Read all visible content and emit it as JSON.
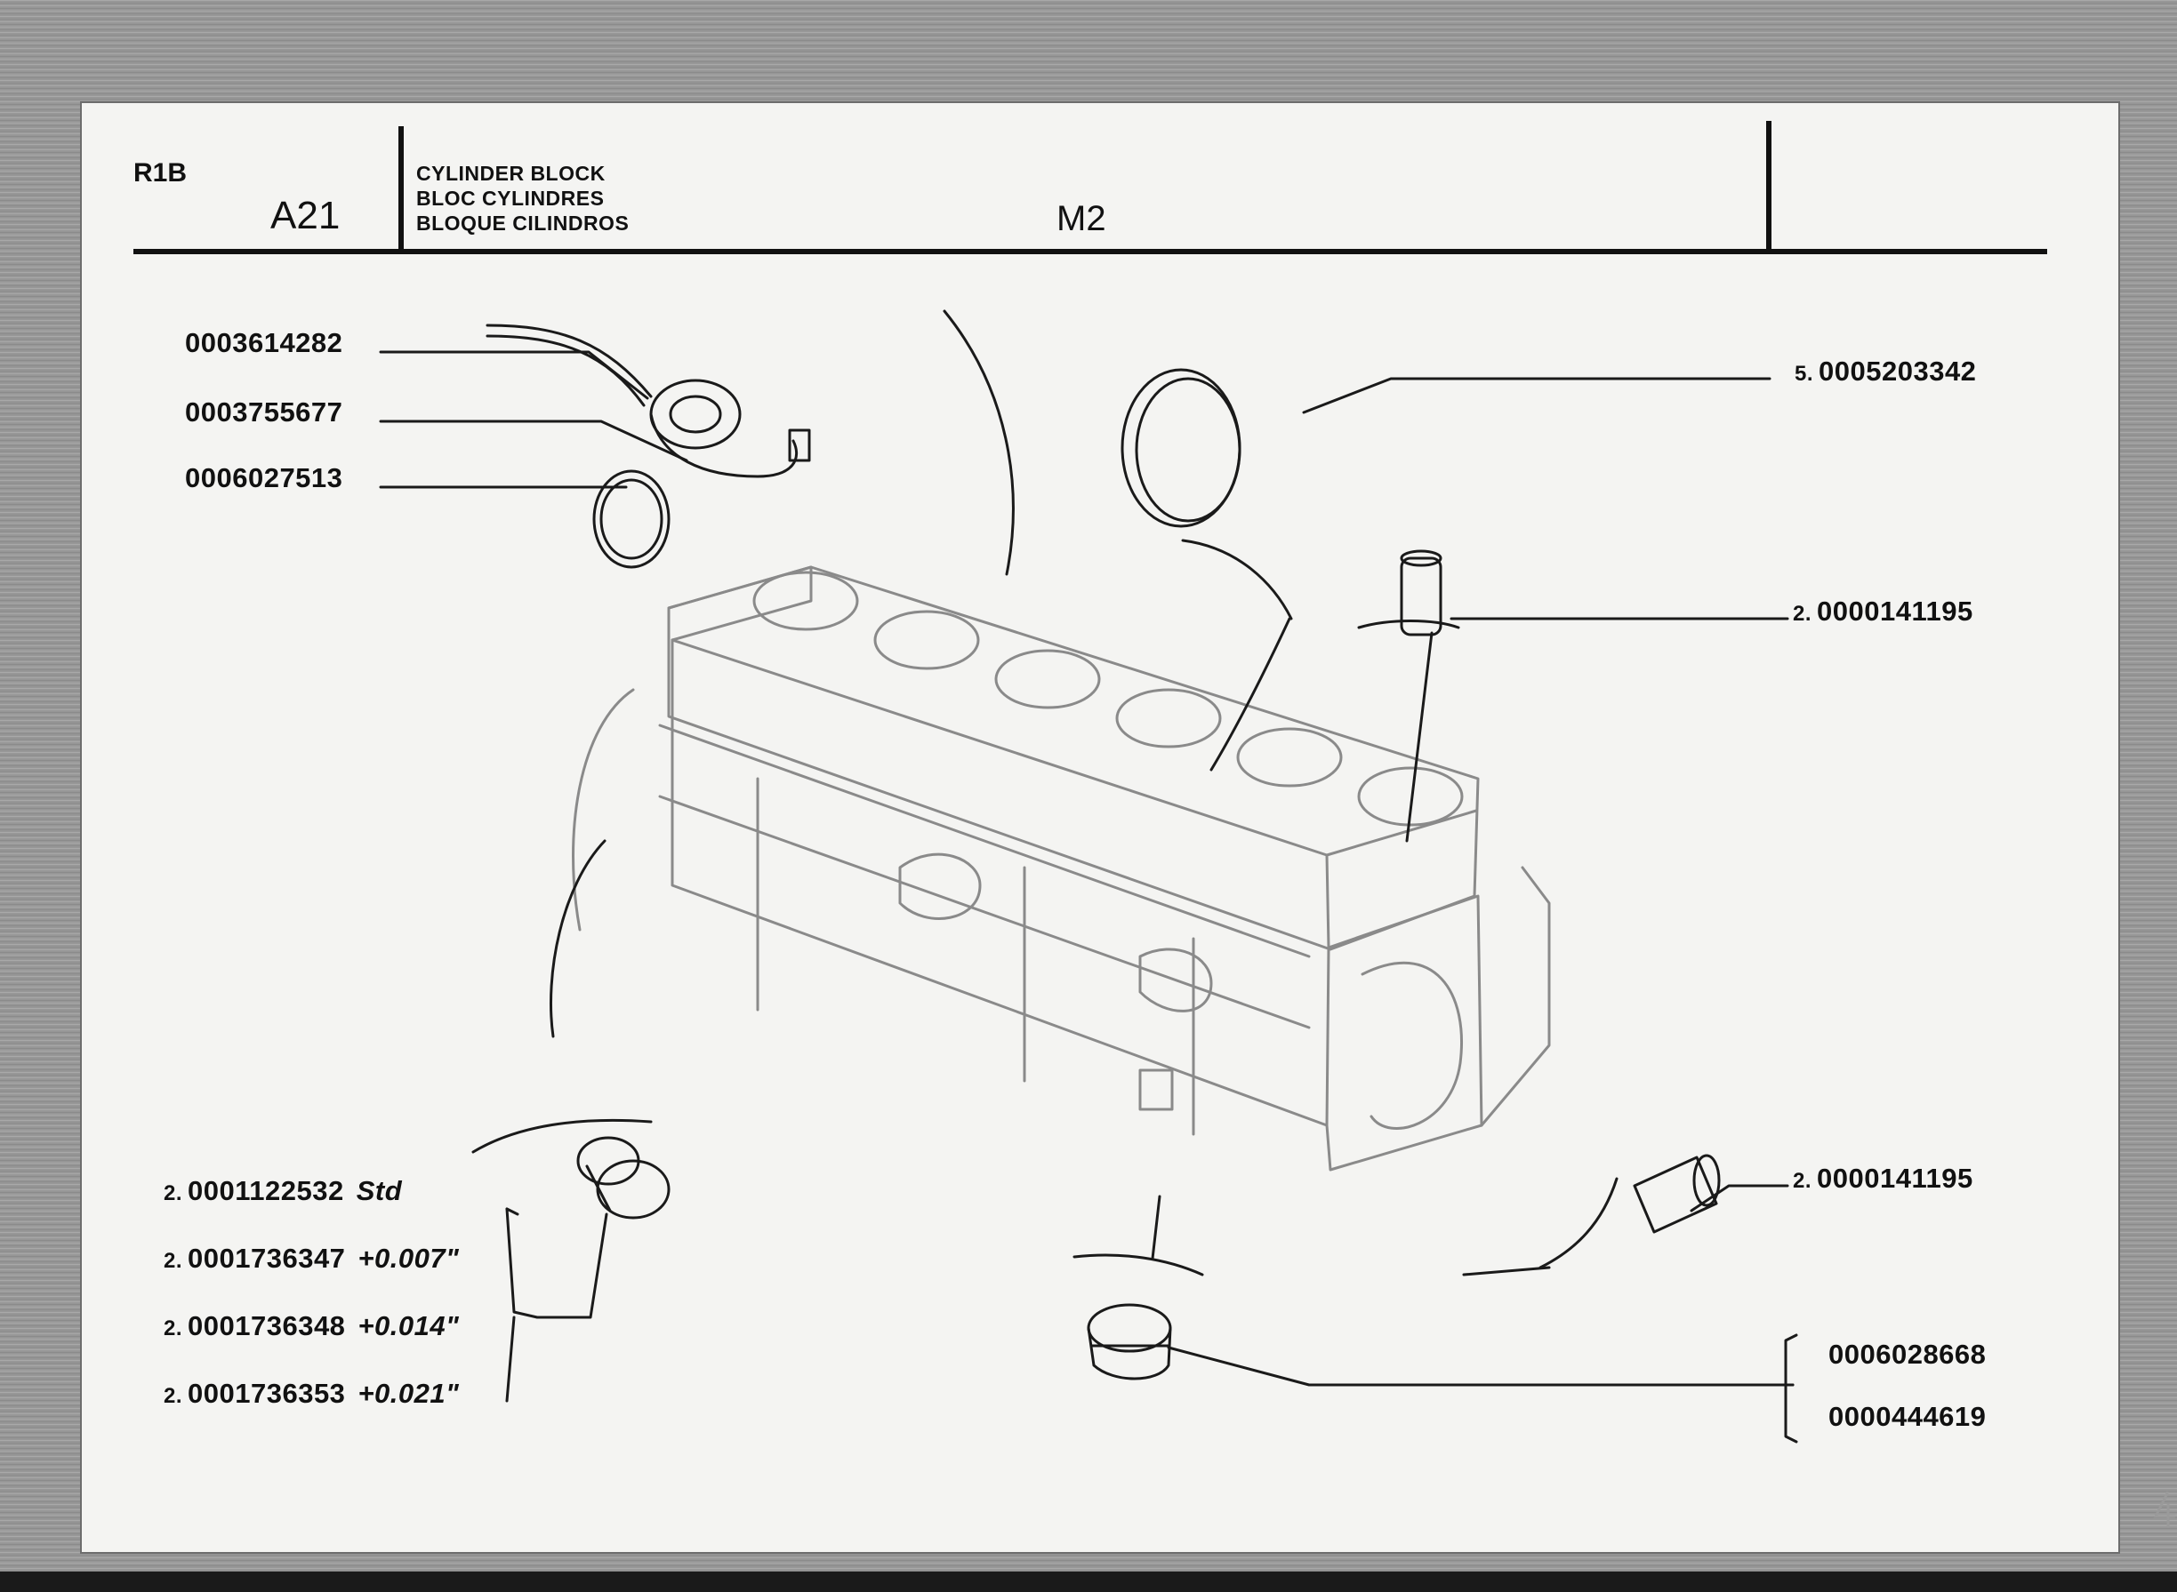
{
  "header": {
    "code": "R1B",
    "section": "A21",
    "title_lines": [
      "CYLINDER BLOCK",
      "BLOC CYLINDRES",
      "BLOQUE CILINDROS"
    ],
    "model": "M2"
  },
  "parts": {
    "left_top": [
      {
        "part_no": "0003614282"
      },
      {
        "part_no": "0003755677"
      },
      {
        "part_no": "0006027513"
      }
    ],
    "right": [
      {
        "qty": "5.",
        "part_no": "0005203342"
      },
      {
        "qty": "2.",
        "part_no": "0000141195"
      },
      {
        "qty": "2.",
        "part_no": "0000141195"
      }
    ],
    "left_bottom": [
      {
        "qty": "2.",
        "part_no": "0001122532",
        "note": "Std"
      },
      {
        "qty": "2.",
        "part_no": "0001736347",
        "note": "+0.007\""
      },
      {
        "qty": "2.",
        "part_no": "0001736348",
        "note": "+0.014\""
      },
      {
        "qty": "2.",
        "part_no": "0001736353",
        "note": "+0.021\""
      }
    ],
    "right_bottom": [
      {
        "part_no": "0006028668"
      },
      {
        "part_no": "0000444619"
      }
    ]
  }
}
